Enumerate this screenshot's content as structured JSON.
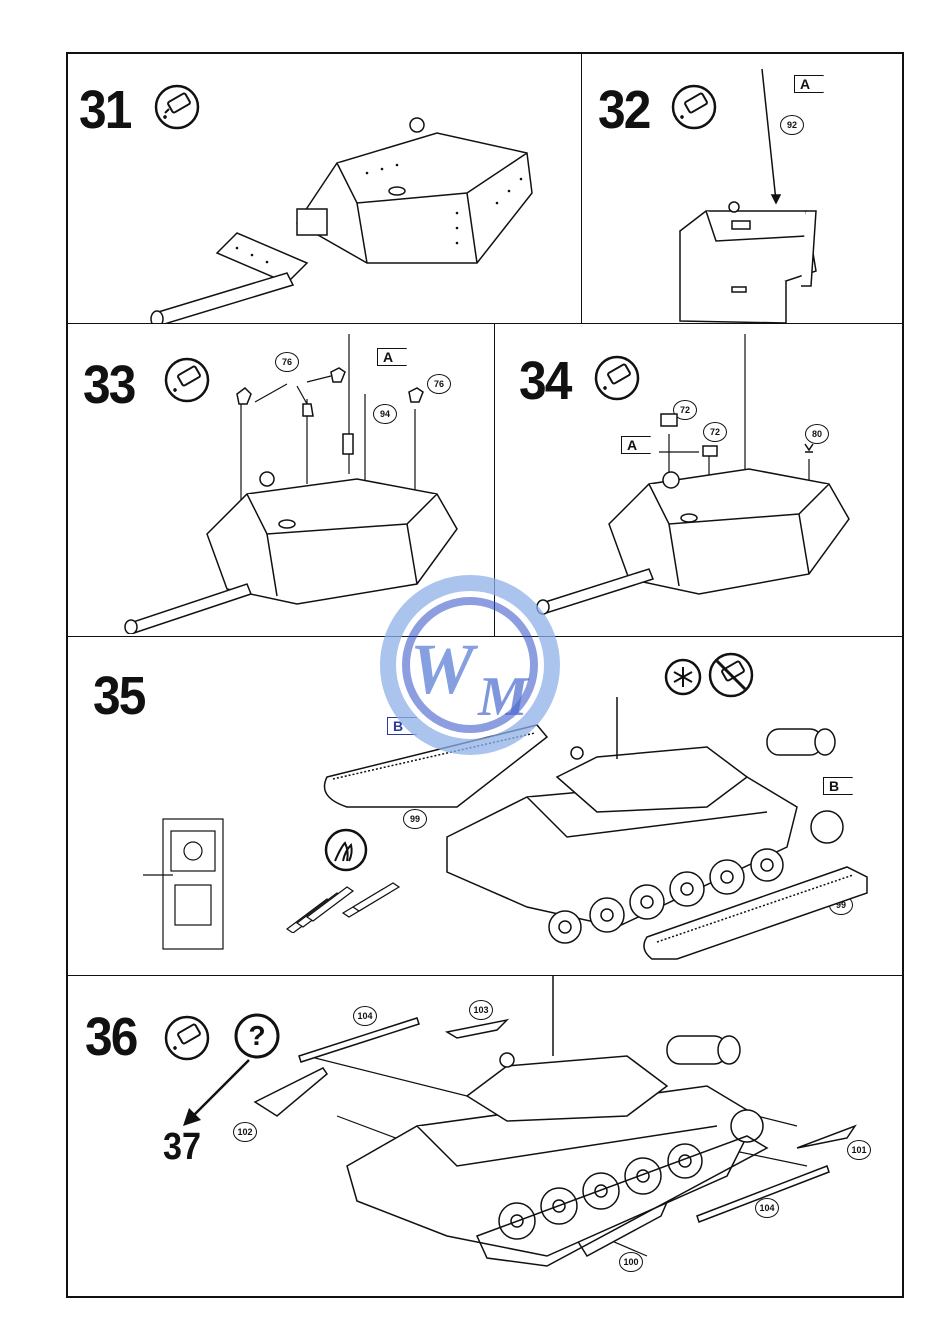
{
  "steps": {
    "s31": "31",
    "s32": "32",
    "s33": "33",
    "s34": "34",
    "s35": "35",
    "s36": "36",
    "s37": "37"
  },
  "callouts": {
    "c92": "92",
    "c76a": "76",
    "c76b": "76",
    "c94": "94",
    "c72a": "72",
    "c72b": "72",
    "c80": "80",
    "c99a": "99",
    "c99b": "99",
    "c104a": "104",
    "c103": "103",
    "c102": "102",
    "c101": "101",
    "c104b": "104",
    "c100": "100"
  },
  "flags": {
    "f32": "A",
    "f33": "A",
    "f34": "A",
    "f35a": "B",
    "f35b": "B"
  },
  "icons": {
    "glue": "glue-tube-icon",
    "no_glue": "no-glue-icon",
    "asterisk": "loose-part-icon",
    "paint": "paint-brush-icon",
    "question": "question-icon",
    "watermark": "wm-watermark-logo"
  },
  "colors": {
    "ink": "#111111",
    "paper": "#ffffff",
    "watermark_blue": "#3a55c8"
  }
}
